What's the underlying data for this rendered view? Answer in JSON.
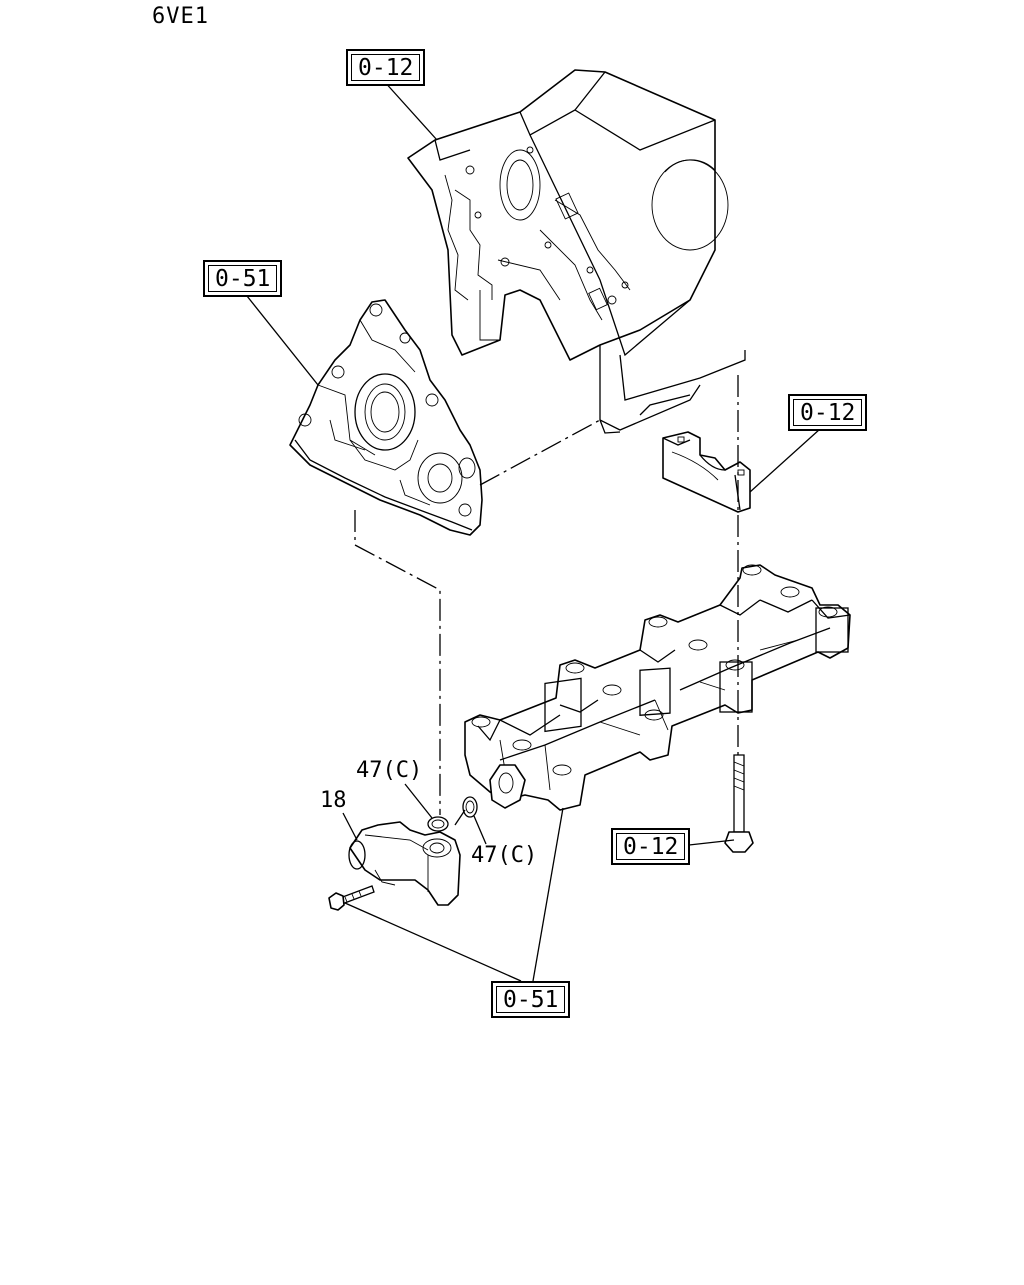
{
  "header": {
    "model_code": "6VE1"
  },
  "references": {
    "engine_block_top": "0-12",
    "oil_pump_top": "0-51",
    "bearing_cap": "0-12",
    "cap_bolt": "0-12",
    "oil_strainer_group": "0-51"
  },
  "part_numbers": {
    "oil_pipe": "18",
    "o_ring_upper": "47(C)",
    "o_ring_lower": "47(C)"
  }
}
